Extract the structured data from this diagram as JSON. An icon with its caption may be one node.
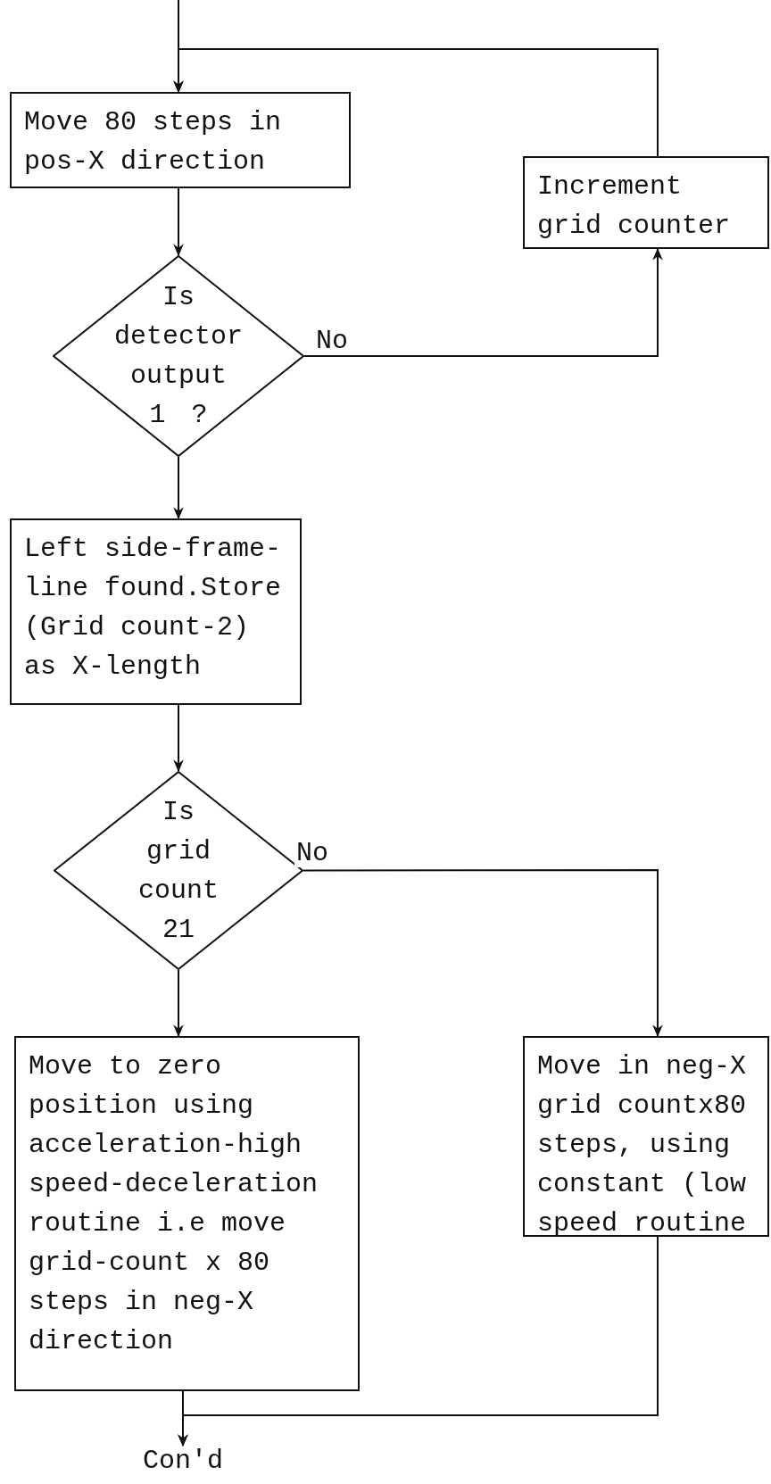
{
  "diagram": {
    "nodes": [
      {
        "text": [
          "Move 80 steps in pos-X direction"
        ]
      },
      {
        "text": [
          "Is detector output 1 ?"
        ]
      },
      {
        "text": [
          "Increment grid counter"
        ]
      },
      {
        "text": [
          "Left side-frame-line found.Store (Grid count-2) as X-length"
        ]
      },
      {
        "text": [
          "Is grid count 21"
        ]
      },
      {
        "text": [
          "Move to zero position using acceleration-high speed-deceleration routine i.e move grid-count x 80 steps in neg-X direction"
        ]
      },
      {
        "text": [
          "Move in neg-X grid countx80 steps, using constant (low speed routine"
        ]
      },
      {
        "text": [
          "Con'd"
        ]
      }
    ],
    "edges": [
      {
        "from": null,
        "to": 0,
        "arrow": "to"
      },
      {
        "from": 0,
        "to": 1,
        "arrow": "to"
      },
      {
        "from": 1,
        "to": 2,
        "arrow": "to",
        "label": "No"
      },
      {
        "from": 2,
        "to": 0,
        "arrow": "to"
      },
      {
        "from": 1,
        "to": 3,
        "arrow": "to"
      },
      {
        "from": 3,
        "to": 4,
        "arrow": "to"
      },
      {
        "from": 4,
        "to": 5,
        "arrow": "to"
      },
      {
        "from": 4,
        "to": 6,
        "arrow": "to",
        "label": "No"
      },
      {
        "from": 5,
        "to": 7,
        "arrow": "to"
      },
      {
        "from": 6,
        "to": 7,
        "arrow": "to"
      }
    ]
  }
}
